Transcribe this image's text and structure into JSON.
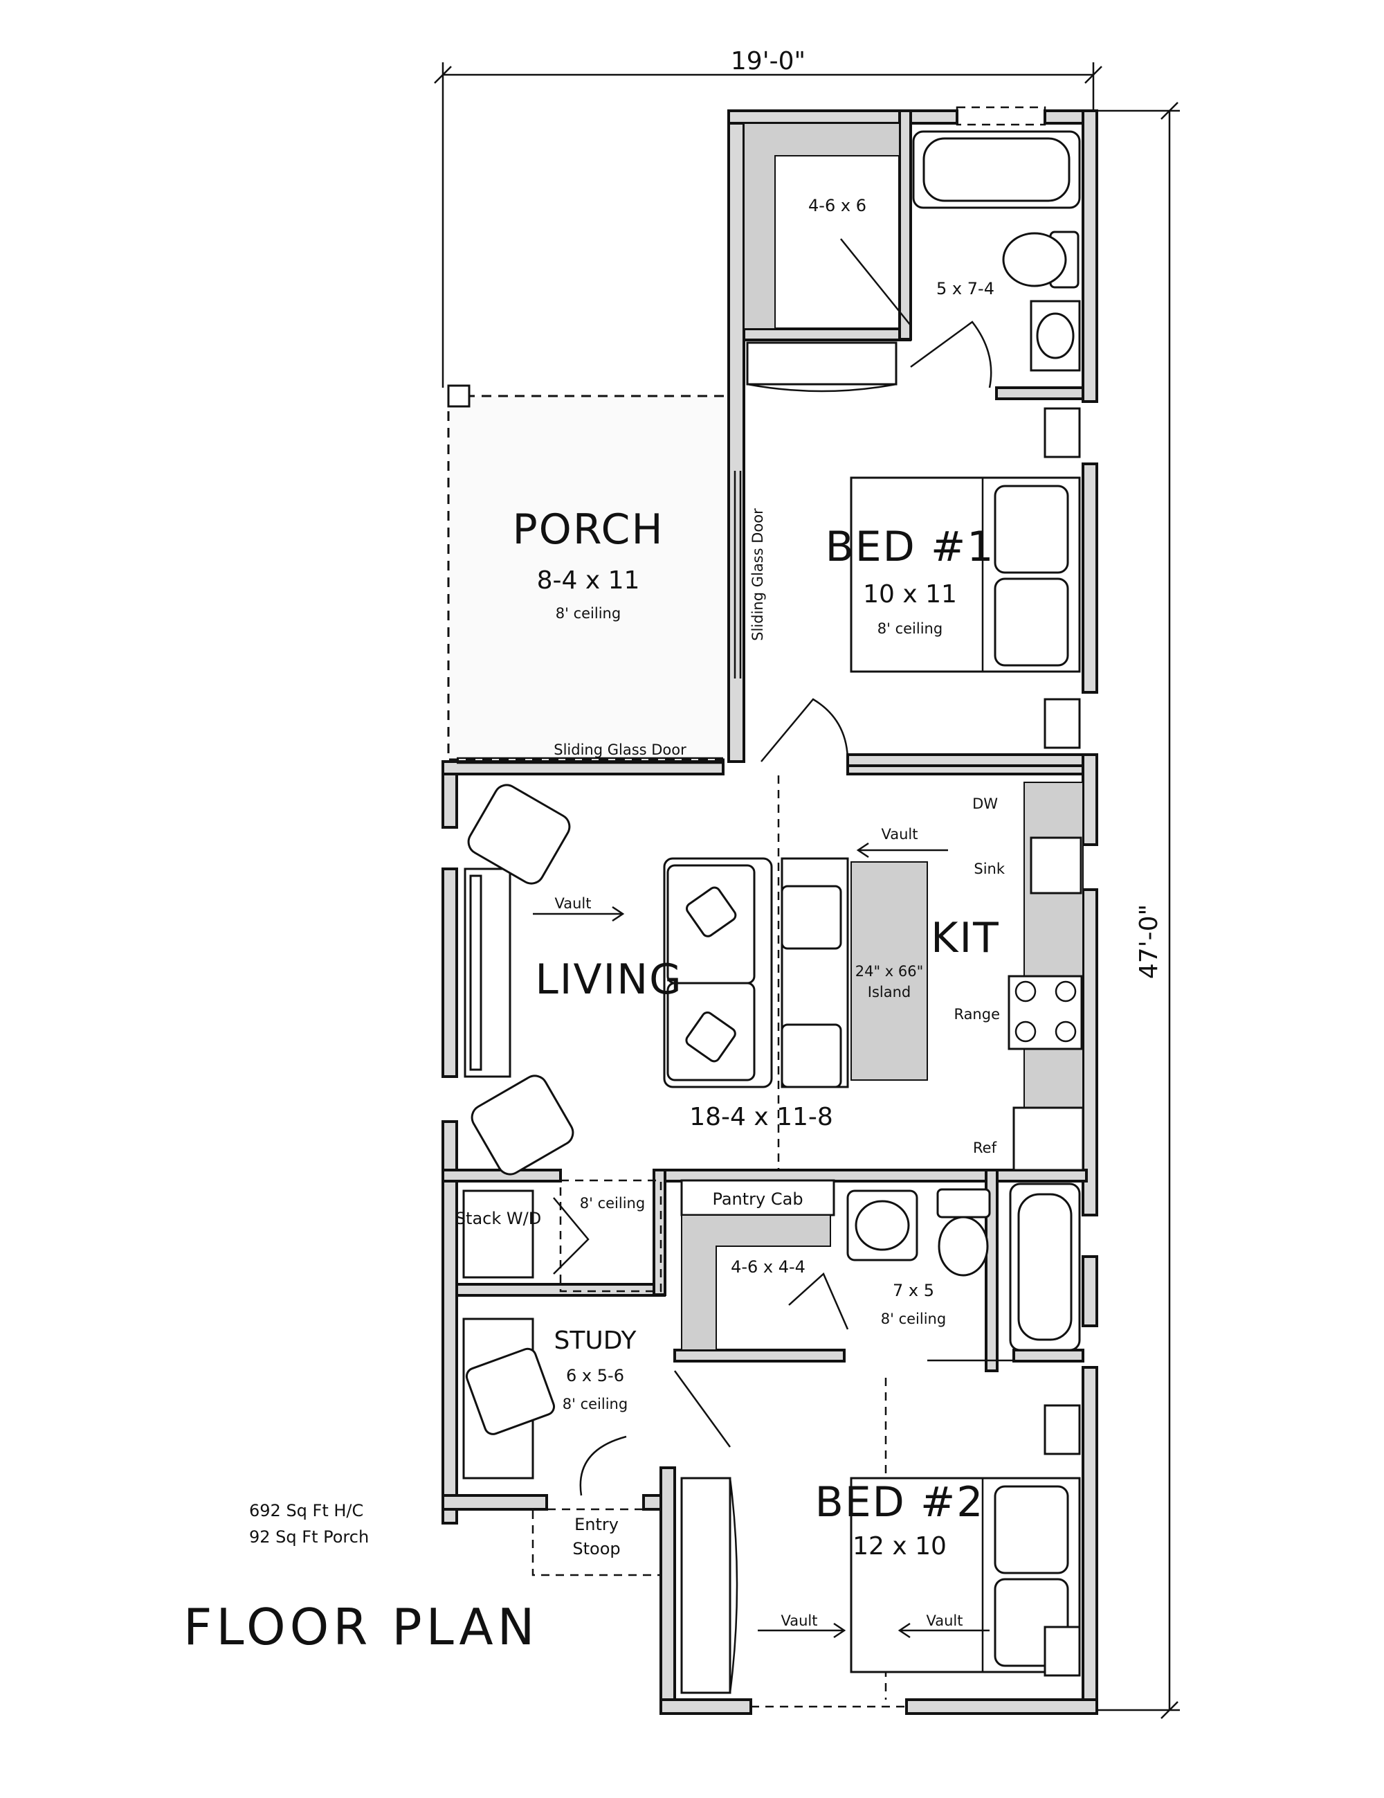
{
  "title": "FLOOR PLAN",
  "dimensions": {
    "width": "19'-0\"",
    "depth": "47'-0\""
  },
  "area": {
    "heated": "692 Sq Ft H/C",
    "porch": "92 Sq Ft Porch"
  },
  "rooms": {
    "porch": {
      "name": "PORCH",
      "size": "8-4 x 11",
      "ceiling": "8' ceiling"
    },
    "bed1": {
      "name": "BED #1",
      "size": "10 x 11",
      "ceiling": "8' ceiling"
    },
    "closet1": {
      "size": "4-6 x 6"
    },
    "bath1": {
      "size": "5 x 7-4"
    },
    "living": {
      "name": "LIVING",
      "size": "18-4 x 11-8",
      "vault": "Vault"
    },
    "kitchen": {
      "name": "KIT",
      "vault": "Vault",
      "island": "24\" x 66\"",
      "island_label": "Island"
    },
    "laundry": {
      "name": "Stack W/D",
      "ceiling": "8' ceiling"
    },
    "pantry": {
      "name": "Pantry Cab",
      "size": "4-6 x 4-4"
    },
    "bath2": {
      "size": "7 x 5",
      "ceiling": "8' ceiling"
    },
    "study": {
      "name": "STUDY",
      "size": "6 x 5-6",
      "ceiling": "8' ceiling"
    },
    "entry": {
      "name": "Entry",
      "name2": "Stoop"
    },
    "bed2": {
      "name": "BED #2",
      "size": "12 x 10",
      "vault_left": "Vault",
      "vault_right": "Vault"
    }
  },
  "doors": {
    "sliding_side": "Sliding Glass Door",
    "sliding_front": "Sliding Glass Door"
  },
  "appliances": {
    "dw": "DW",
    "sink": "Sink",
    "range": "Range",
    "ref": "Ref"
  }
}
